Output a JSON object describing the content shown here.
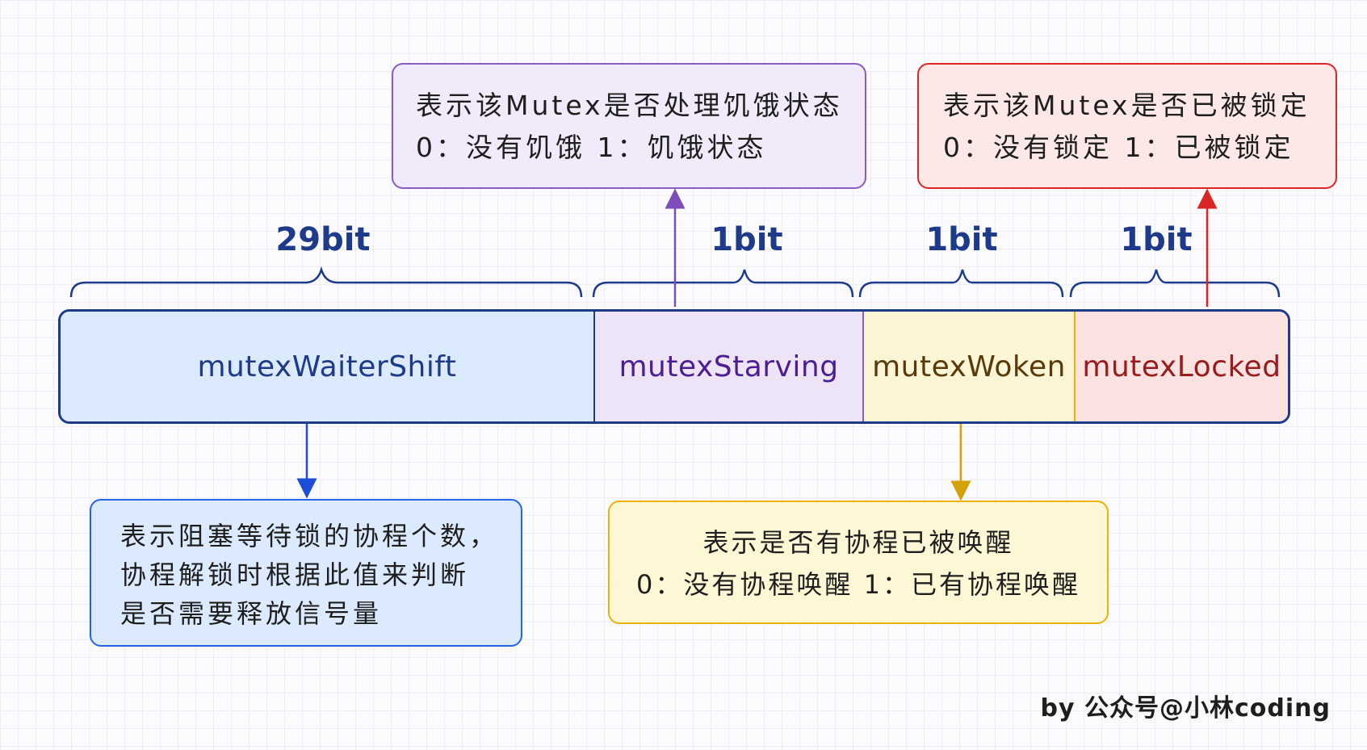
{
  "bit_labels": [
    "29bit",
    "1bit",
    "1bit",
    "1bit"
  ],
  "fields": [
    {
      "name": "mutexWaiterShift",
      "color": "#1e3a8a",
      "fill": "#dbeafe"
    },
    {
      "name": "mutexStarving",
      "color": "#4c1d95",
      "fill": "#ede4f7"
    },
    {
      "name": "mutexWoken",
      "color": "#5b3a0a",
      "fill": "#fdf6d6"
    },
    {
      "name": "mutexLocked",
      "color": "#991b1b",
      "fill": "#fde2e2"
    }
  ],
  "notes": {
    "starving": {
      "lines": [
        "表示该Mutex是否处理饥饿状态",
        "0：没有饥饿   1：饥饿状态"
      ],
      "border": "#8b5cc4",
      "fill": "#f1eafb"
    },
    "locked": {
      "lines": [
        "表示该Mutex是否已被锁定",
        "0：没有锁定   1：已被锁定"
      ],
      "border": "#dc2626",
      "fill": "#fde8e8"
    },
    "waiter": {
      "lines": [
        "表示阻塞等待锁的协程个数，",
        "协程解锁时根据此值来判断",
        "是否需要释放信号量"
      ],
      "border": "#2563eb",
      "fill": "#dbeafe"
    },
    "woken": {
      "lines": [
        "表示是否有协程已被唤醒",
        "0：没有协程唤醒  1：已有协程唤醒"
      ],
      "border": "#eab308",
      "fill": "#fef7d6"
    }
  },
  "credit": "by 公众号@小林coding"
}
